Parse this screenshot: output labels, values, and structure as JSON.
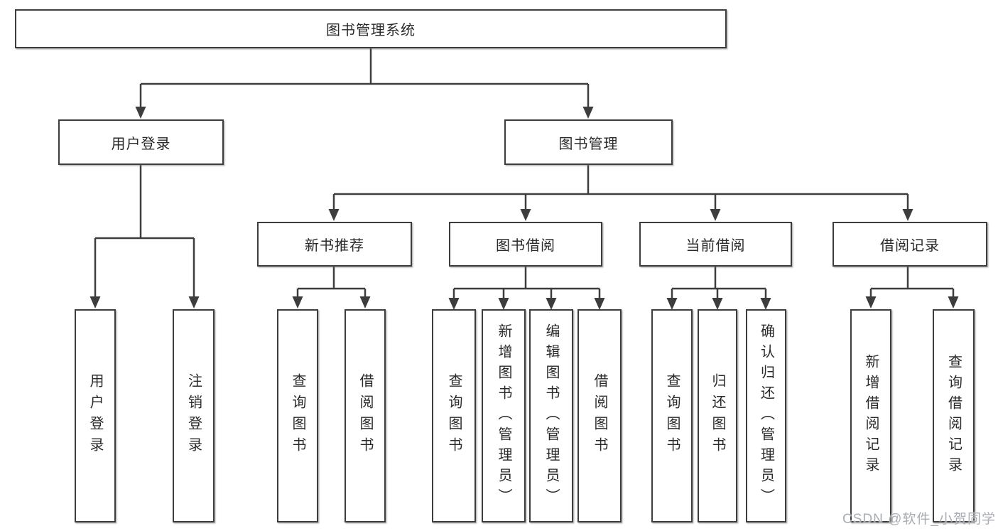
{
  "diagram": {
    "root": {
      "label": "图书管理系统"
    },
    "level2": [
      {
        "label": "用户登录"
      },
      {
        "label": "图书管理"
      }
    ],
    "level3": [
      {
        "label": "新书推荐"
      },
      {
        "label": "图书借阅"
      },
      {
        "label": "当前借阅"
      },
      {
        "label": "借阅记录"
      }
    ],
    "leaves": {
      "user_login": [
        "用户登录",
        "注销登录"
      ],
      "new_book": [
        "查询图书",
        "借阅图书"
      ],
      "book_borrow": [
        "查询图书",
        "新增图书（管理员）",
        "编辑图书（管理员）",
        "借阅图书"
      ],
      "current_borrow": [
        "查询图书",
        "归还图书",
        "确认归还（管理员）"
      ],
      "borrow_records": [
        "新增借阅记录",
        "查询借阅记录"
      ]
    }
  },
  "colors": {
    "line": "#3d3d3d",
    "box_border": "#3d3d3d",
    "text": "#2a2a2a",
    "watermark": "#a9adb3",
    "background": "#ffffff"
  },
  "watermark": "CSDN @软件_小贺同学"
}
